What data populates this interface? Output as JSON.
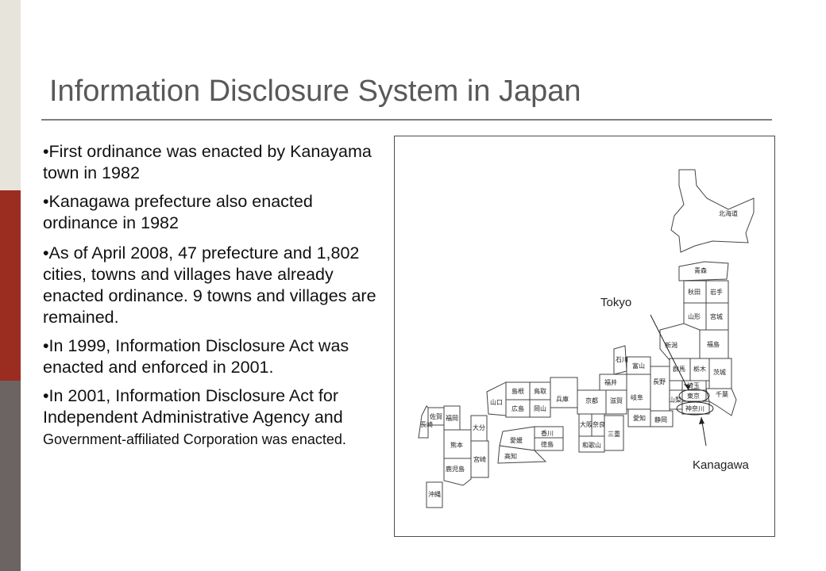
{
  "slide": {
    "title": "Information Disclosure System in Japan",
    "bullets": [
      "•First ordinance was enacted by Kanayama town in 1982",
      "•Kanagawa prefecture also enacted ordinance in 1982",
      "•As of April 2008, 47 prefecture and 1,802 cities, towns and villages have already enacted ordinance. 9 towns and villages are remained.",
      "•In 1999, Information Disclosure Act was enacted and enforced in 2001."
    ],
    "bullet5_main": "•In 2001, Information Disclosure Act for Independent Administrative Agency and ",
    "bullet5_small": "Government-affiliated Corporation was enacted."
  },
  "map": {
    "callouts": {
      "tokyo": "Tokyo",
      "kanagawa": "Kanagawa"
    },
    "prefectures": {
      "hokkaido": "北海道",
      "aomori": "青森",
      "akita": "秋田",
      "iwate": "岩手",
      "yamagata": "山形",
      "miyagi": "宮城",
      "niigata": "新潟",
      "fukushima": "福島",
      "gunma": "群馬",
      "tochigi": "栃木",
      "ibaraki": "茨城",
      "ishikawa": "石川",
      "toyama": "富山",
      "nagano": "長野",
      "saitama": "埼玉",
      "yamanashi": "山梨",
      "tokyo": "東京",
      "chiba": "千葉",
      "kanagawa": "神奈川",
      "fukui": "福井",
      "gifu": "岐阜",
      "shizuoka": "静岡",
      "aichi": "愛知",
      "shiga": "滋賀",
      "kyoto": "京都",
      "mie": "三重",
      "osaka": "大阪",
      "nara": "奈良",
      "wakayama": "和歌山",
      "hyogo": "兵庫",
      "tottori": "鳥取",
      "shimane": "島根",
      "okayama": "岡山",
      "hiroshima": "広島",
      "yamaguchi": "山口",
      "kagawa": "香川",
      "tokushima": "徳島",
      "ehime": "愛媛",
      "kochi": "高知",
      "fukuoka": "福岡",
      "saga": "佐賀",
      "nagasaki": "長崎",
      "kumamoto": "熊本",
      "oita": "大分",
      "miyazaki": "宮崎",
      "kagoshima": "鹿児島",
      "okinawa": "沖縄"
    }
  }
}
